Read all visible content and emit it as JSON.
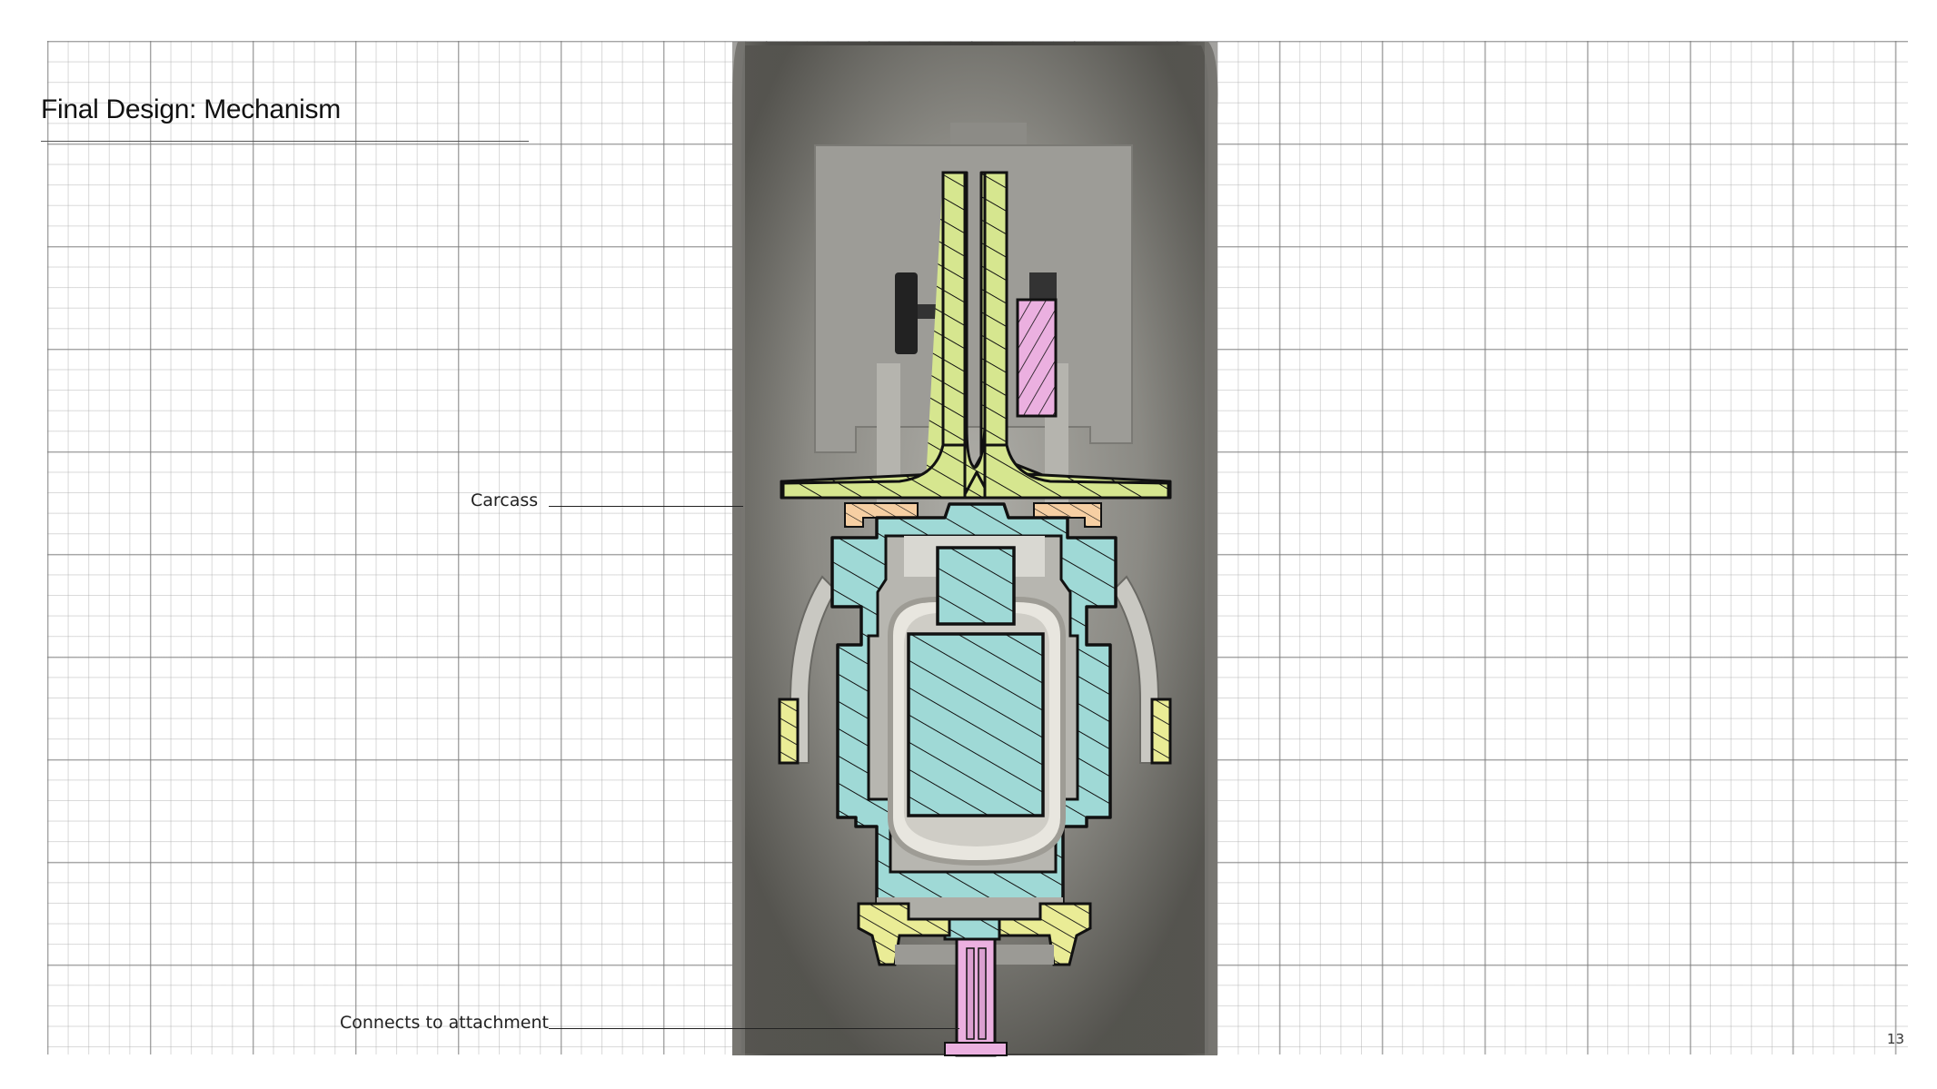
{
  "slide": {
    "title": "Final Design: Mechanism",
    "page_number": "13"
  },
  "callouts": [
    {
      "label": "Carcass"
    },
    {
      "label": "Connects to attachment"
    }
  ],
  "colors": {
    "housing_dark": "#5e5d58",
    "housing_mid": "#8a8982",
    "housing_light": "#a9a8a2",
    "inner_block": "#9c9b96",
    "green_part": "#d6e68f",
    "cyan_part": "#9fd9d6",
    "pink_part": "#ebb0e0",
    "orange_part": "#f6cfa3",
    "yellow_part": "#eaec96",
    "outline": "#111111"
  }
}
